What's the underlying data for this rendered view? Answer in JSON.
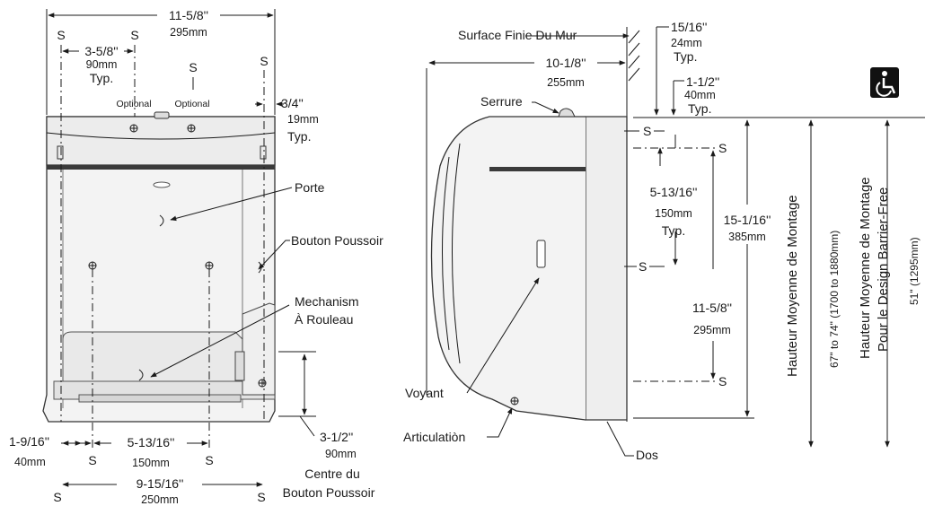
{
  "front": {
    "overall_width": "11-5/8''",
    "overall_width_mm": "295mm",
    "s_spacing": "3-5/8''",
    "s_spacing_mm": "90mm",
    "s_spacing_typ": "Typ.",
    "optional": "Optional",
    "side_offset": "3/4''",
    "side_offset_mm": "19mm",
    "side_offset_typ": "Typ.",
    "porte": "Porte",
    "bouton": "Bouton Poussoir",
    "mechanism1": "Mechanism",
    "mechanism2": "À Rouleau",
    "left_offset": "1-9/16''",
    "left_offset_mm": "40mm",
    "inner_spacing": "5-13/16''",
    "inner_spacing_mm": "150mm",
    "bottom_spacing": "9-15/16''",
    "bottom_spacing_mm": "250mm",
    "button_height": "3-1/2''",
    "button_height_mm": "90mm",
    "centre1": "Centre du",
    "centre2": "Bouton Poussoir",
    "s": "S"
  },
  "side": {
    "wall": "Surface Finie Du Mur",
    "depth": "10-1/8''",
    "depth_mm": "255mm",
    "serrure": "Serrure",
    "top_offset": "15/16''",
    "top_offset_mm": "24mm",
    "top_offset_typ": "Typ.",
    "top_offset2": "1-1/2''",
    "top_offset2_mm": "40mm",
    "top_offset2_typ": "Typ.",
    "s_vert": "5-13/16''",
    "s_vert_mm": "150mm",
    "s_vert_typ": "Typ.",
    "height": "15-1/16''",
    "height_mm": "385mm",
    "s_vert2": "11-5/8''",
    "s_vert2_mm": "295mm",
    "voyant": "Voyant",
    "articulation": "Articulatiòn",
    "dos": "Dos",
    "mount_label": "Hauteur Moyenne de Montage",
    "mount_range": "67\" to 74\" (1700 to 1880mm)",
    "bf_label1": "Hauteur Moyenne de Montage",
    "bf_label2": "Pour le Design Barrier-Free",
    "bf_height": "51\" (1295mm)",
    "s": "S"
  },
  "icons": {
    "accessibility": "wheelchair-accessibility-icon"
  }
}
